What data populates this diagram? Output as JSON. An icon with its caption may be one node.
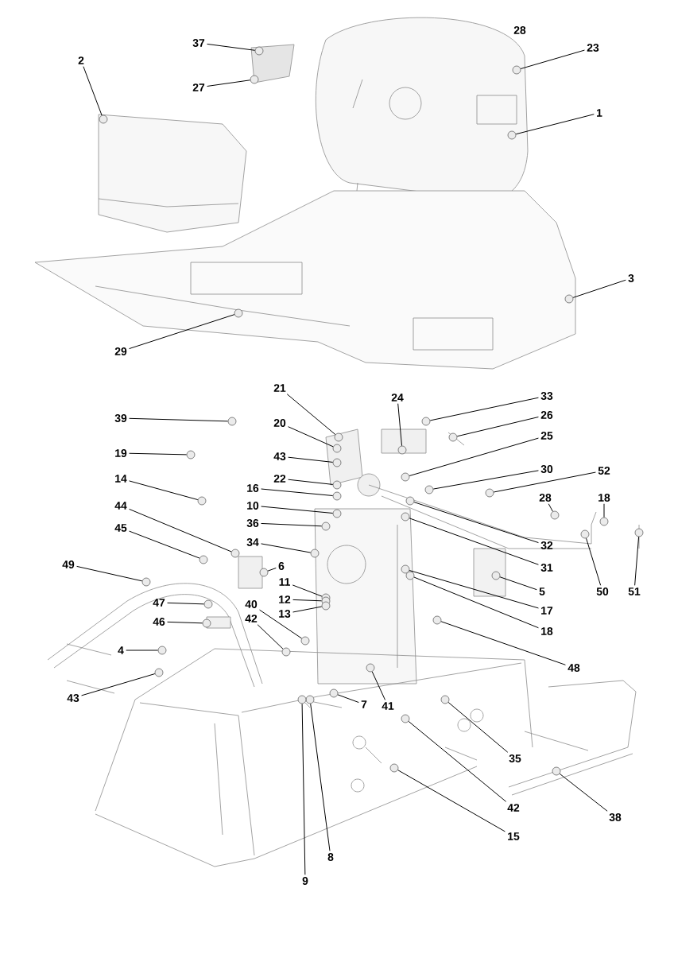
{
  "diagram": {
    "nodes": [
      {
        "text": [
          "37"
        ]
      },
      {
        "text": [
          "23"
        ]
      },
      {
        "text": [
          "2"
        ]
      },
      {
        "text": [
          "27"
        ]
      },
      {
        "text": [
          "1"
        ]
      },
      {
        "text": [
          "3"
        ]
      },
      {
        "text": [
          "29"
        ]
      },
      {
        "text": [
          "21"
        ]
      },
      {
        "text": [
          "33"
        ]
      },
      {
        "text": [
          "24"
        ]
      },
      {
        "text": [
          "26"
        ]
      },
      {
        "text": [
          "39"
        ]
      },
      {
        "text": [
          "20"
        ]
      },
      {
        "text": [
          "25"
        ]
      },
      {
        "text": [
          "19"
        ]
      },
      {
        "text": [
          "43"
        ]
      },
      {
        "text": [
          "30"
        ]
      },
      {
        "text": [
          "52"
        ]
      },
      {
        "text": [
          "14"
        ]
      },
      {
        "text": [
          "22"
        ]
      },
      {
        "text": [
          "16"
        ]
      },
      {
        "text": [
          "28"
        ]
      },
      {
        "text": [
          "18"
        ]
      },
      {
        "text": [
          "44"
        ]
      },
      {
        "text": [
          "10"
        ]
      },
      {
        "text": [
          "36"
        ]
      },
      {
        "text": [
          "45"
        ]
      },
      {
        "text": [
          "34"
        ]
      },
      {
        "text": [
          "32"
        ]
      },
      {
        "text": [
          "49"
        ]
      },
      {
        "text": [
          "6"
        ]
      },
      {
        "text": [
          "31"
        ]
      },
      {
        "text": [
          "11"
        ]
      },
      {
        "text": [
          "5"
        ]
      },
      {
        "text": [
          "50"
        ]
      },
      {
        "text": [
          "51"
        ]
      },
      {
        "text": [
          "12"
        ]
      },
      {
        "text": [
          "47"
        ]
      },
      {
        "text": [
          "40"
        ]
      },
      {
        "text": [
          "17"
        ]
      },
      {
        "text": [
          "13"
        ]
      },
      {
        "text": [
          "42"
        ]
      },
      {
        "text": [
          "46"
        ]
      },
      {
        "text": [
          "18"
        ]
      },
      {
        "text": [
          "4"
        ]
      },
      {
        "text": [
          "48"
        ]
      },
      {
        "text": [
          "43"
        ]
      },
      {
        "text": [
          "7"
        ]
      },
      {
        "text": [
          "41"
        ]
      },
      {
        "text": [
          "35"
        ]
      },
      {
        "text": [
          "42"
        ]
      },
      {
        "text": [
          "38"
        ]
      },
      {
        "text": [
          "15"
        ]
      },
      {
        "text": [
          "8"
        ]
      },
      {
        "text": [
          "9"
        ]
      },
      {
        "text": [],
        "shape": "circle"
      },
      {
        "text": [],
        "shape": "circle"
      },
      {
        "text": [],
        "shape": "circle"
      },
      {
        "text": [],
        "shape": "circle"
      },
      {
        "text": [],
        "shape": "circle"
      },
      {
        "text": [],
        "shape": "circle"
      },
      {
        "text": [],
        "shape": "circle"
      },
      {
        "text": [],
        "shape": "circle"
      },
      {
        "text": [],
        "shape": "circle"
      },
      {
        "text": [],
        "shape": "circle"
      },
      {
        "text": [],
        "shape": "circle"
      },
      {
        "text": [],
        "shape": "circle"
      },
      {
        "text": [],
        "shape": "circle"
      },
      {
        "text": [],
        "shape": "circle"
      },
      {
        "text": [],
        "shape": "circle"
      },
      {
        "text": [],
        "shape": "circle"
      },
      {
        "text": [],
        "shape": "circle"
      },
      {
        "text": [],
        "shape": "circle"
      },
      {
        "text": [],
        "shape": "circle"
      },
      {
        "text": [],
        "shape": "circle"
      },
      {
        "text": [],
        "shape": "circle"
      },
      {
        "text": [],
        "shape": "circle"
      },
      {
        "text": [],
        "shape": "circle"
      },
      {
        "text": [],
        "shape": "circle"
      },
      {
        "text": [],
        "shape": "circle"
      },
      {
        "text": [],
        "shape": "circle"
      },
      {
        "text": [],
        "shape": "circle"
      },
      {
        "text": [],
        "shape": "circle"
      },
      {
        "text": [],
        "shape": "circle"
      },
      {
        "text": [],
        "shape": "circle"
      },
      {
        "text": [],
        "shape": "circle"
      },
      {
        "text": [],
        "shape": "circle"
      },
      {
        "text": [],
        "shape": "circle"
      },
      {
        "text": [],
        "shape": "circle"
      },
      {
        "text": [],
        "shape": "circle"
      },
      {
        "text": [],
        "shape": "circle"
      },
      {
        "text": [],
        "shape": "circle"
      },
      {
        "text": [],
        "shape": "circle"
      },
      {
        "text": [],
        "shape": "circle"
      },
      {
        "text": [],
        "shape": "circle"
      },
      {
        "text": [],
        "shape": "circle"
      },
      {
        "text": [],
        "shape": "circle"
      },
      {
        "text": [],
        "shape": "circle"
      },
      {
        "text": [],
        "shape": "circle"
      },
      {
        "text": [],
        "shape": "circle"
      },
      {
        "text": [],
        "shape": "circle"
      },
      {
        "text": [],
        "shape": "circle"
      },
      {
        "text": [],
        "shape": "circle"
      },
      {
        "text": [],
        "shape": "circle"
      },
      {
        "text": [],
        "shape": "circle"
      },
      {
        "text": [],
        "shape": "circle"
      },
      {
        "text": [],
        "shape": "circle"
      },
      {
        "text": [],
        "shape": "circle"
      },
      {
        "text": [],
        "shape": "circle"
      },
      {
        "text": [],
        "shape": "circle"
      }
    ],
    "edges": [
      {
        "from": 0,
        "to": 55,
        "arrow": "none"
      },
      {
        "from": 1,
        "to": 56,
        "arrow": "none"
      },
      {
        "from": 2,
        "to": 57,
        "arrow": "none"
      },
      {
        "from": 3,
        "to": 58,
        "arrow": "none"
      },
      {
        "from": 4,
        "to": 59,
        "arrow": "none"
      },
      {
        "from": 5,
        "to": 60,
        "arrow": "none"
      },
      {
        "from": 6,
        "to": 61,
        "arrow": "none"
      },
      {
        "from": 7,
        "to": 62,
        "arrow": "none"
      },
      {
        "from": 8,
        "to": 63,
        "arrow": "none"
      },
      {
        "from": 9,
        "to": 64,
        "arrow": "none"
      },
      {
        "from": 10,
        "to": 65,
        "arrow": "none"
      },
      {
        "from": 11,
        "to": 66,
        "arrow": "none"
      },
      {
        "from": 12,
        "to": 67,
        "arrow": "none"
      },
      {
        "from": 13,
        "to": 68,
        "arrow": "none"
      },
      {
        "from": 14,
        "to": 69,
        "arrow": "none"
      },
      {
        "from": 15,
        "to": 70,
        "arrow": "none"
      },
      {
        "from": 16,
        "to": 71,
        "arrow": "none"
      },
      {
        "from": 17,
        "to": 72,
        "arrow": "none"
      },
      {
        "from": 18,
        "to": 73,
        "arrow": "none"
      },
      {
        "from": 19,
        "to": 74,
        "arrow": "none"
      },
      {
        "from": 20,
        "to": 75,
        "arrow": "none"
      },
      {
        "from": 21,
        "to": 76,
        "arrow": "none"
      },
      {
        "from": 22,
        "to": 77,
        "arrow": "none"
      },
      {
        "from": 23,
        "to": 78,
        "arrow": "none"
      },
      {
        "from": 24,
        "to": 79,
        "arrow": "none"
      },
      {
        "from": 25,
        "to": 80,
        "arrow": "none"
      },
      {
        "from": 26,
        "to": 81,
        "arrow": "none"
      },
      {
        "from": 27,
        "to": 82,
        "arrow": "none"
      },
      {
        "from": 28,
        "to": 83,
        "arrow": "none"
      },
      {
        "from": 29,
        "to": 84,
        "arrow": "none"
      },
      {
        "from": 30,
        "to": 85,
        "arrow": "none"
      },
      {
        "from": 31,
        "to": 86,
        "arrow": "none"
      },
      {
        "from": 32,
        "to": 87,
        "arrow": "none"
      },
      {
        "from": 33,
        "to": 88,
        "arrow": "none"
      },
      {
        "from": 34,
        "to": 89,
        "arrow": "none"
      },
      {
        "from": 35,
        "to": 90,
        "arrow": "none"
      },
      {
        "from": 36,
        "to": 91,
        "arrow": "none"
      },
      {
        "from": 37,
        "to": 92,
        "arrow": "none"
      },
      {
        "from": 38,
        "to": 93,
        "arrow": "none"
      },
      {
        "from": 39,
        "to": 94,
        "arrow": "none"
      },
      {
        "from": 40,
        "to": 95,
        "arrow": "none"
      },
      {
        "from": 41,
        "to": 96,
        "arrow": "none"
      },
      {
        "from": 42,
        "to": 97,
        "arrow": "none"
      },
      {
        "from": 43,
        "to": 98,
        "arrow": "none"
      },
      {
        "from": 44,
        "to": 99,
        "arrow": "none"
      },
      {
        "from": 45,
        "to": 100,
        "arrow": "none"
      },
      {
        "from": 46,
        "to": 101,
        "arrow": "none"
      },
      {
        "from": 47,
        "to": 102,
        "arrow": "none"
      },
      {
        "from": 48,
        "to": 103,
        "arrow": "none"
      },
      {
        "from": 49,
        "to": 104,
        "arrow": "none"
      },
      {
        "from": 50,
        "to": 105,
        "arrow": "none"
      },
      {
        "from": 51,
        "to": 106,
        "arrow": "none"
      },
      {
        "from": 52,
        "to": 107,
        "arrow": "none"
      },
      {
        "from": 53,
        "to": 108,
        "arrow": "none"
      },
      {
        "from": 54,
        "to": 109,
        "arrow": "none"
      }
    ],
    "labels": [
      "28"
    ]
  }
}
